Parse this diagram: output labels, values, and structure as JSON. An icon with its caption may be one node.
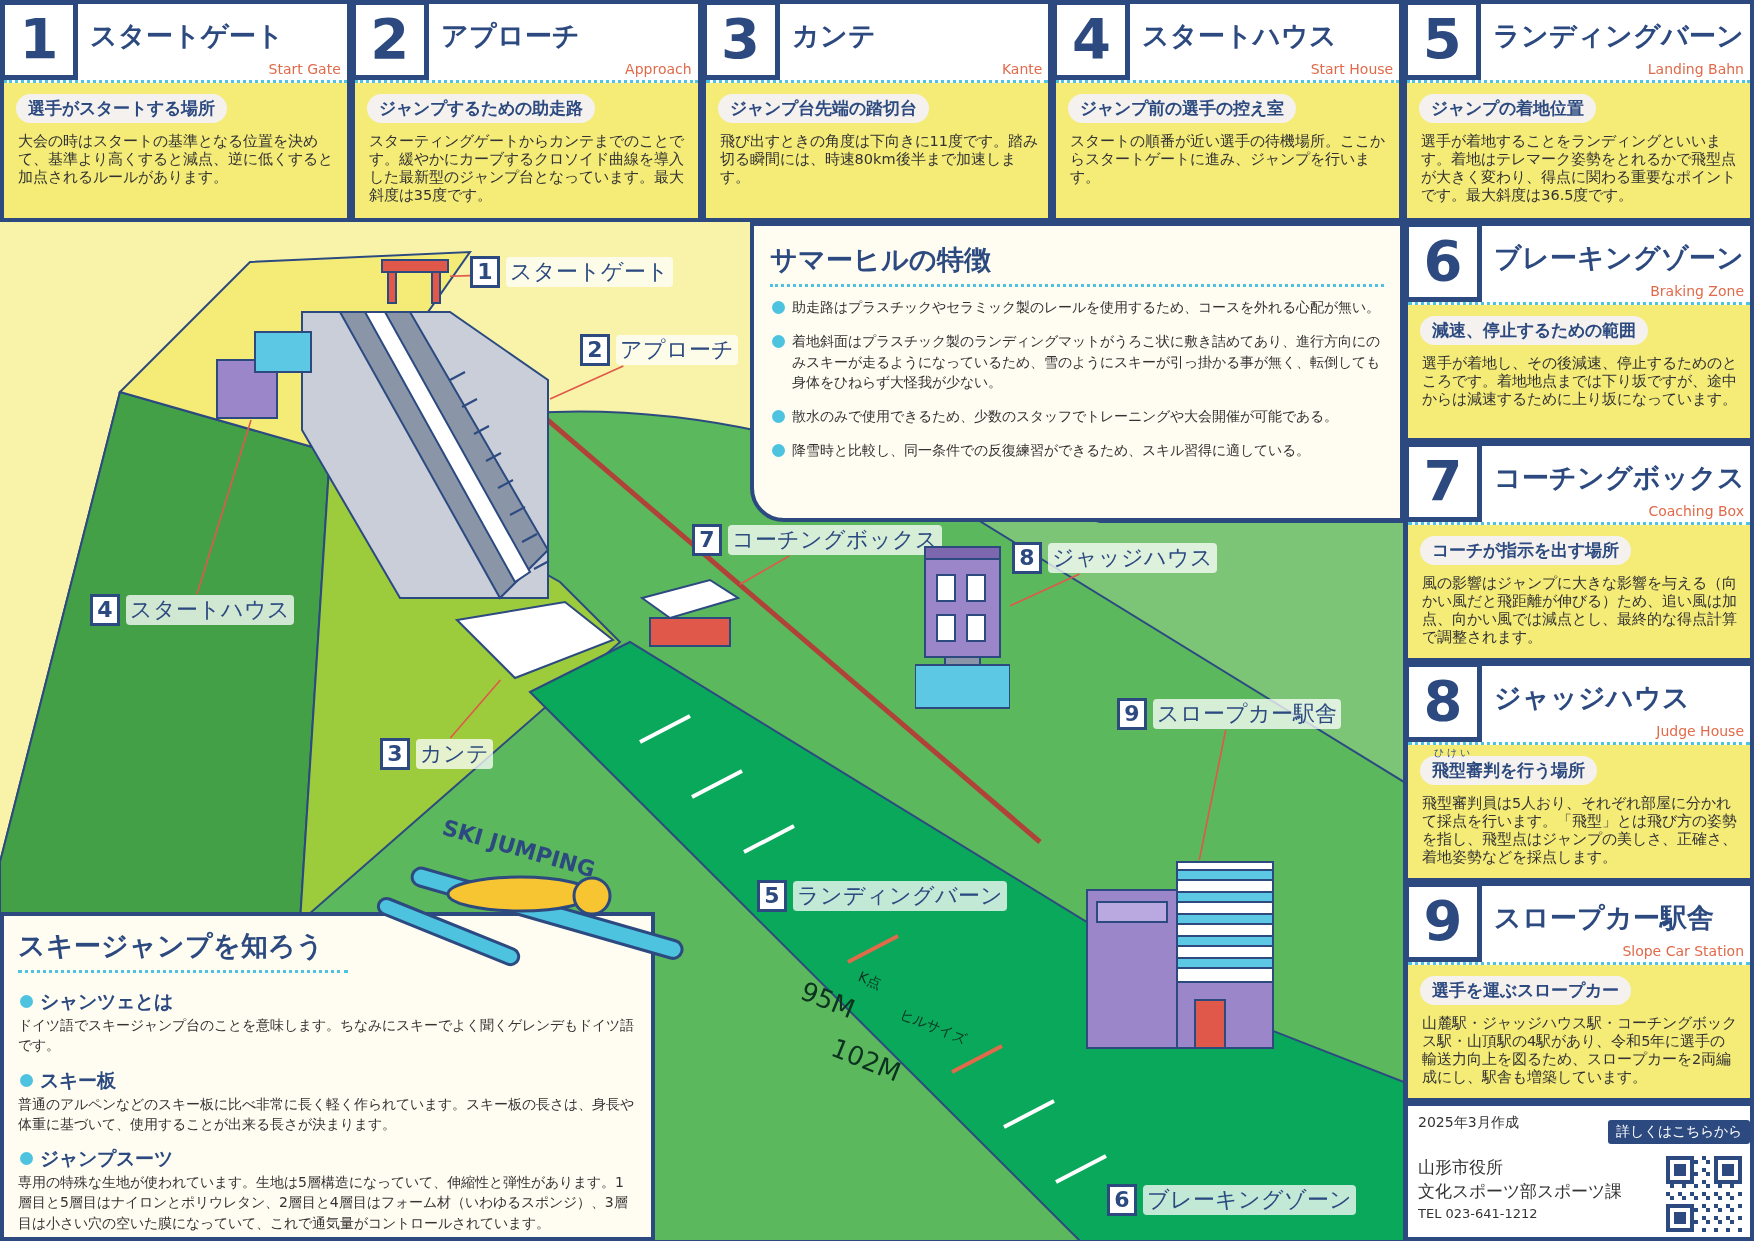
{
  "diagram": {
    "nodes": [
      {
        "text": [
          "1",
          "スタートゲート",
          "Start Gate",
          "選手がスタートする場所",
          "大会の時はスタートの基準となる位置を決めて、基準より高くすると減点、逆に低くすると加点されるルールがあります。"
        ]
      },
      {
        "text": [
          "2",
          "アプローチ",
          "Approach",
          "ジャンプするための助走路",
          "スターティングゲートからカンテまでのことです。緩やかにカーブするクロソイド曲線を導入した最新型のジャンプ台となっています。最大斜度は35度です。"
        ]
      },
      {
        "text": [
          "3",
          "カンテ",
          "Kante",
          "ジャンプ台先端の踏切台",
          "飛び出すときの角度は下向きに11度です。踏み切る瞬間には、時速80km後半まで加速します。"
        ]
      },
      {
        "text": [
          "4",
          "スタートハウス",
          "Start House",
          "ジャンプ前の選手の控え室",
          "スタートの順番が近い選手の待機場所。ここからスタートゲートに進み、ジャンプを行います。"
        ]
      },
      {
        "text": [
          "5",
          "ランディングバーン",
          "Landing Bahn",
          "ジャンプの着地位置",
          "選手が着地することをランディングといいます。着地はテレマーク姿勢をとれるかで飛型点が大きく変わり、得点に関わる重要なポイントです。最大斜度は36.5度です。"
        ]
      },
      {
        "text": [
          "6",
          "ブレーキングゾーン",
          "Braking Zone",
          "減速、停止するための範囲",
          "選手が着地し、その後減速、停止するためのところです。着地地点までは下り坂ですが、途中からは減速するために上り坂になっています。"
        ]
      },
      {
        "text": [
          "7",
          "コーチングボックス",
          "Coaching Box",
          "コーチが指示を出す場所",
          "風の影響はジャンプに大きな影響を与える（向かい風だと飛距離が伸びる）ため、追い風は加点、向かい風では減点とし、最終的な得点計算で調整されます。"
        ]
      },
      {
        "text": [
          "8",
          "ジャッジハウス",
          "Judge House",
          "飛型審判を行う場所",
          "飛型審判員は5人おり、それぞれ部屋に分かれて採点を行います。「飛型」とは飛び方の姿勢を指し、飛型点はジャンプの美しさ、正確さ、着地姿勢などを採点します。"
        ]
      },
      {
        "text": [
          "9",
          "スロープカー駅舎",
          "Slope Car Station",
          "選手を運ぶスロープカー",
          "山麓駅・ジャッジハウス駅・コーチングボックス駅・山頂駅の4駅があり、令和5年に選手の輸送力向上を図るため、スロープカーを2両編成にし、駅舎も増築しています。"
        ]
      },
      {
        "text": [
          "2025年3月作成",
          "詳しくはこちらから",
          "山形市役所",
          "文化スポーツ部スポーツ課",
          "TEL 023-641-1212"
        ]
      },
      {
        "text": [
          "サマーヒルの特徴",
          "助走路はプラスチックやセラミック製のレールを使用するため、コースを外れる心配が無い。",
          "着地斜面はプラスチック製のランディングマットがうろこ状に敷き詰めてあり、進行方向にのみスキーが走るようになっているため、雪のようにスキーが引っ掛かる事が無く、転倒しても身体をひねらず大怪我が少ない。",
          "散水のみで使用できるため、少数のスタッフでトレーニングや大会開催が可能である。",
          "降雪時と比較し、同一条件での反復練習ができるため、スキル習得に適している。"
        ]
      },
      {
        "text": [
          "1",
          "スタートゲート"
        ]
      },
      {
        "text": [
          "2",
          "アプローチ"
        ]
      },
      {
        "text": [
          "3",
          "カンテ"
        ]
      },
      {
        "text": [
          "4",
          "スタートハウス"
        ]
      },
      {
        "text": [
          "5",
          "ランディングバーン"
        ]
      },
      {
        "text": [
          "6",
          "ブレーキングゾーン"
        ]
      },
      {
        "text": [
          "7",
          "コーチングボックス"
        ]
      },
      {
        "text": [
          "8",
          "ジャッジハウス"
        ]
      },
      {
        "text": [
          "9",
          "スロープカー駅舎"
        ]
      },
      {
        "text": [],
        "shape": "picture"
      },
      {
        "text": [],
        "shape": "picture"
      },
      {
        "text": [],
        "shape": "picture"
      },
      {
        "text": [],
        "shape": "picture"
      },
      {
        "text": [],
        "shape": "picture"
      },
      {
        "text": [],
        "shape": "picture"
      },
      {
        "text": [],
        "shape": "picture"
      },
      {
        "text": [
          "スキージャンプを知ろう",
          "シャンツェとは",
          "ドイツ語でスキージャンプ台のことを意味します。ちなみにスキーでよく聞くゲレンデもドイツ語です。",
          "スキー板",
          "普通のアルペンなどのスキー板に比べ非常に長く軽く作られています。スキー板の長さは、身長や体重に基づいて、使用することが出来る長さが決まります。",
          "ジャンプスーツ",
          "専用の特殊な生地が使われています。生地は5層構造になっていて、伸縮性と弾性があります。1層目と5層目はナイロンとポリウレタン、2層目と4層目はフォーム材（いわゆるスポンジ）、3層目は小さい穴の空いた膜になっていて、これで通気量がコントロールされています。"
        ]
      }
    ],
    "edges": [
      {
        "from": 11,
        "to": 20,
        "arrow": "none"
      },
      {
        "from": 12,
        "to": 21,
        "arrow": "none"
      },
      {
        "from": 13,
        "to": 22,
        "arrow": "none"
      },
      {
        "from": 14,
        "to": 23,
        "arrow": "none"
      },
      {
        "from": 17,
        "to": 24,
        "arrow": "none"
      },
      {
        "from": 18,
        "to": 25,
        "arrow": "none"
      },
      {
        "from": 19,
        "to": 26,
        "arrow": "none"
      }
    ],
    "labels": [
      "ひけい",
      "95M",
      "K点",
      "102M",
      "ヒルサイズ",
      "SKI JUMPING"
    ]
  }
}
